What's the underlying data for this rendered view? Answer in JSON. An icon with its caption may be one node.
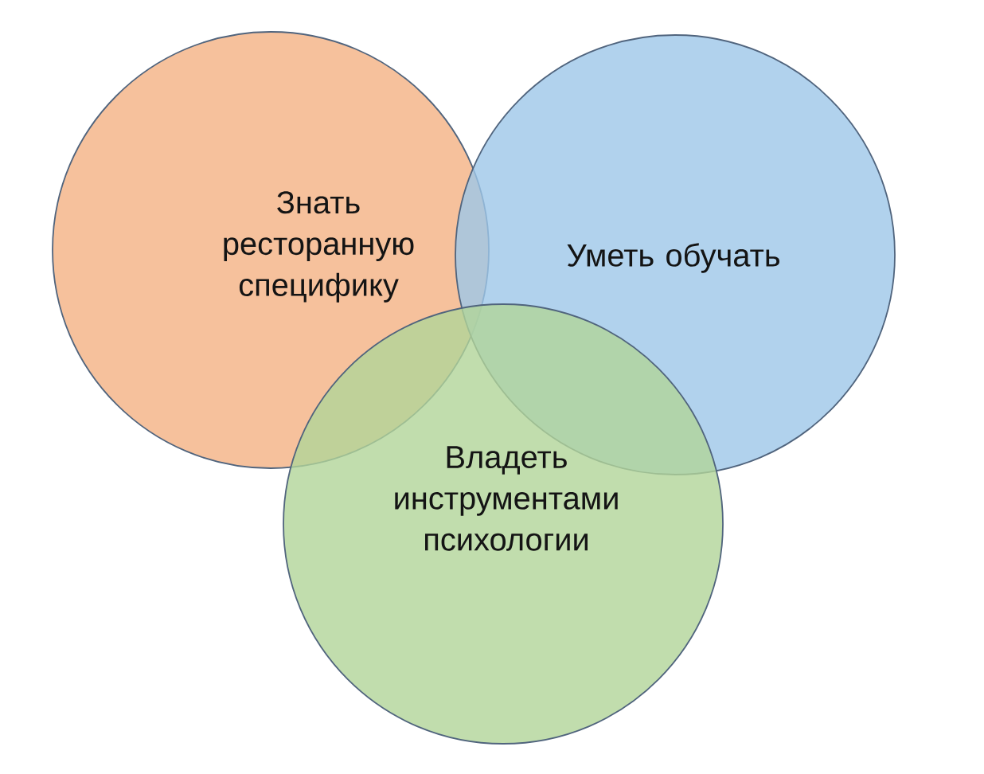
{
  "diagram": {
    "nodes": [
      {
        "text": [
          "Знать ресторанную специфику"
        ]
      },
      {
        "text": [
          "Уметь обучать"
        ]
      },
      {
        "text": [
          "Владеть инструментами психологии"
        ]
      }
    ]
  }
}
